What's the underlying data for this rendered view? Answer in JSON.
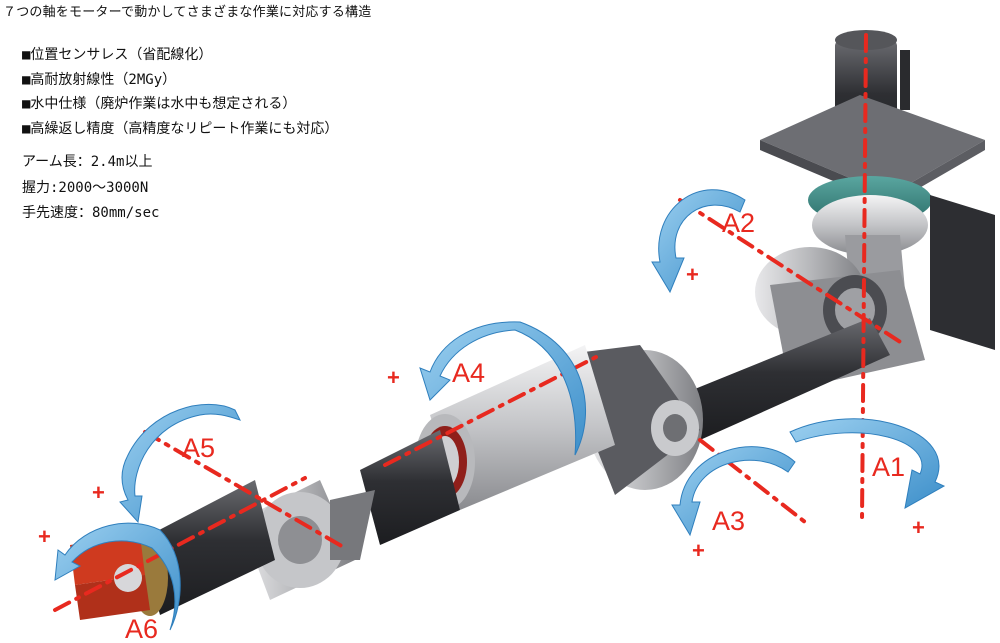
{
  "title": "７つの軸をモーターで動かしてさまざまな作業に対応する構造",
  "features": [
    "■位置センサレス（省配線化）",
    "■高耐放射線性（2MGy）",
    "■水中仕様（廃炉作業は水中も想定される）",
    "■高繰返し精度（高精度なリピート作業にも対応）"
  ],
  "specs": [
    "アーム長：2.4m以上",
    "握力:2000～3000N",
    "手先速度：80mm/sec"
  ],
  "axes": {
    "a1": "A1",
    "a2": "A2",
    "a3": "A3",
    "a4": "A4",
    "a5": "A5",
    "a6": "A6"
  },
  "plus_sign": "+",
  "colors": {
    "axis_red": "#e8291f",
    "arrow_blue": "#4a9bd4",
    "metal_dark": "#3d3e42",
    "metal_light": "#c8c9cc"
  }
}
